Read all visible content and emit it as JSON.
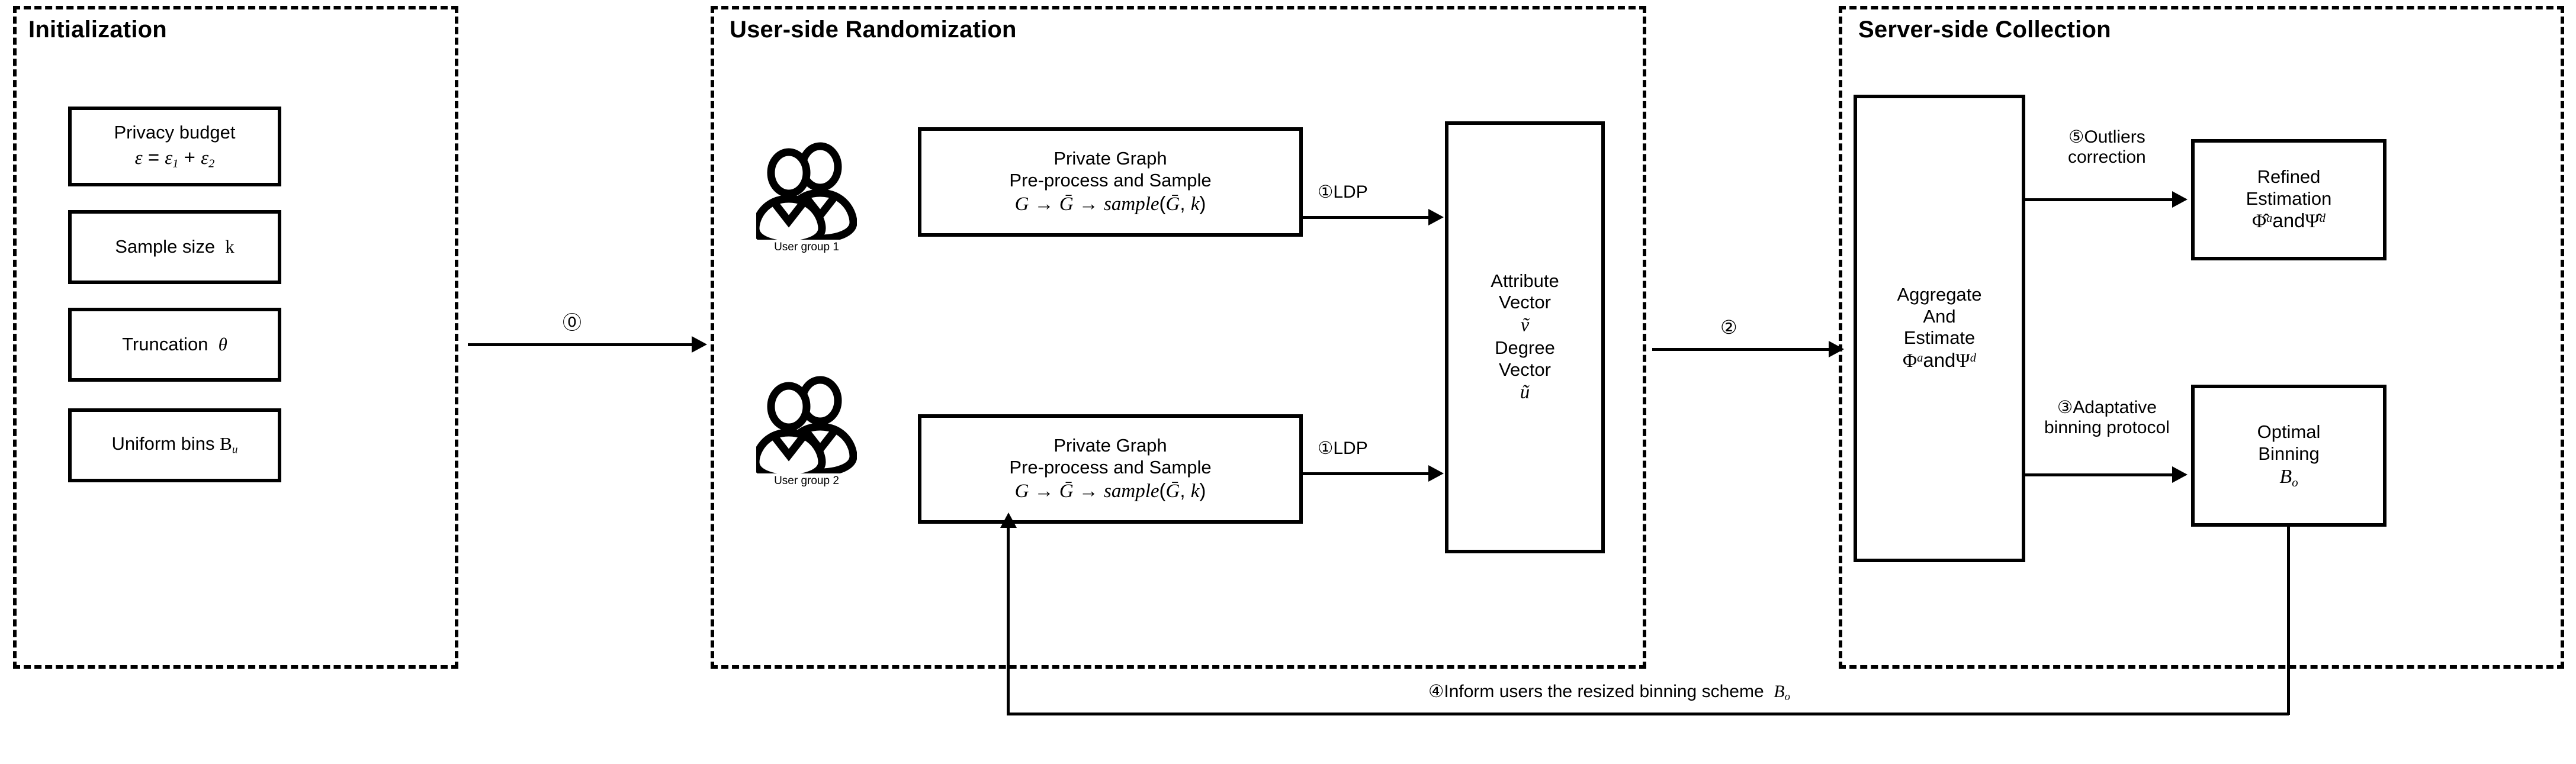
{
  "panels": [
    {
      "title": "Initialization"
    },
    {
      "title": "User-side Randomization"
    },
    {
      "title": "Server-side Collection"
    }
  ],
  "initialization": {
    "boxes": [
      {
        "line1": "Privacy budget",
        "line2_html": "<span class=\"mi\">ε</span> = <span class=\"mi\">ε</span><sub>1</sub> + <span class=\"mi\">ε</span><sub>2</sub>"
      },
      {
        "line1_html": "Sample size&nbsp;&nbsp;<span class=\"mu\">k</span>"
      },
      {
        "line1_html": "Truncation&nbsp;&nbsp;<span class=\"mi\">θ</span>"
      },
      {
        "line1_html": "Uniform bins <span class=\"mu\" style=\"font-style:normal\">B</span><sub>u</sub>"
      }
    ]
  },
  "user_side": {
    "groups": [
      {
        "icon": "user-group-icon",
        "label": "User group 1"
      },
      {
        "icon": "user-group-icon",
        "label": "User group 2"
      }
    ],
    "process_box": {
      "line1": "Private Graph",
      "line2": "Pre-process and Sample",
      "line3_html": "<span class=\"mi\">G</span> → <span class=\"mi\">Ḡ</span> → <span class=\"mi\">sample</span>(<span class=\"mi\">Ḡ</span>, <span class=\"mi\">k</span>)"
    },
    "vector_box": {
      "line1": "Attribute",
      "line2": "Vector",
      "line3_html": "<span class=\"mi\">ṽ</span>",
      "line4": "Degree",
      "line5": "Vector",
      "line6_html": "<span class=\"mi\">ũ</span>"
    }
  },
  "server_side": {
    "aggregate_box": {
      "line1": "Aggregate",
      "line2": "And",
      "line3": "Estimate",
      "line4_html": "<span class=\"mu\">Φ</span><sup>a</sup>and<span class=\"mu\">Ψ</span><sup>d</sup>"
    },
    "refined_box": {
      "line1": "Refined",
      "line2": "Estimation",
      "line3_html": "<span class=\"mu\">Φ̂</span><sup>a</sup>and<span class=\"mu\">Ψ̂</span><sup>d</sup>"
    },
    "binning_box": {
      "line1": "Optimal",
      "line2": "Binning",
      "line3_html": "<span class=\"mi\">B</span><sub>o</sub>"
    }
  },
  "arrows": {
    "step0": {
      "label": "⓪"
    },
    "step1a": {
      "label_html": "<span class=\"circnum\">①</span>LDP"
    },
    "step1b": {
      "label_html": "<span class=\"circnum\">①</span>LDP"
    },
    "step2": {
      "label": "②"
    },
    "step3": {
      "label_html": "<span class=\"circnum\">③</span>Adaptative<br>binning protocol"
    },
    "step4": {
      "label_html": "<span class=\"circnum\">④</span>Inform users the resized binning scheme&nbsp;&nbsp;<span class=\"mi\">B</span><sub>o</sub>"
    },
    "step5": {
      "label_html": "<span class=\"circnum\">⑤</span>Outliers<br>correction"
    }
  }
}
